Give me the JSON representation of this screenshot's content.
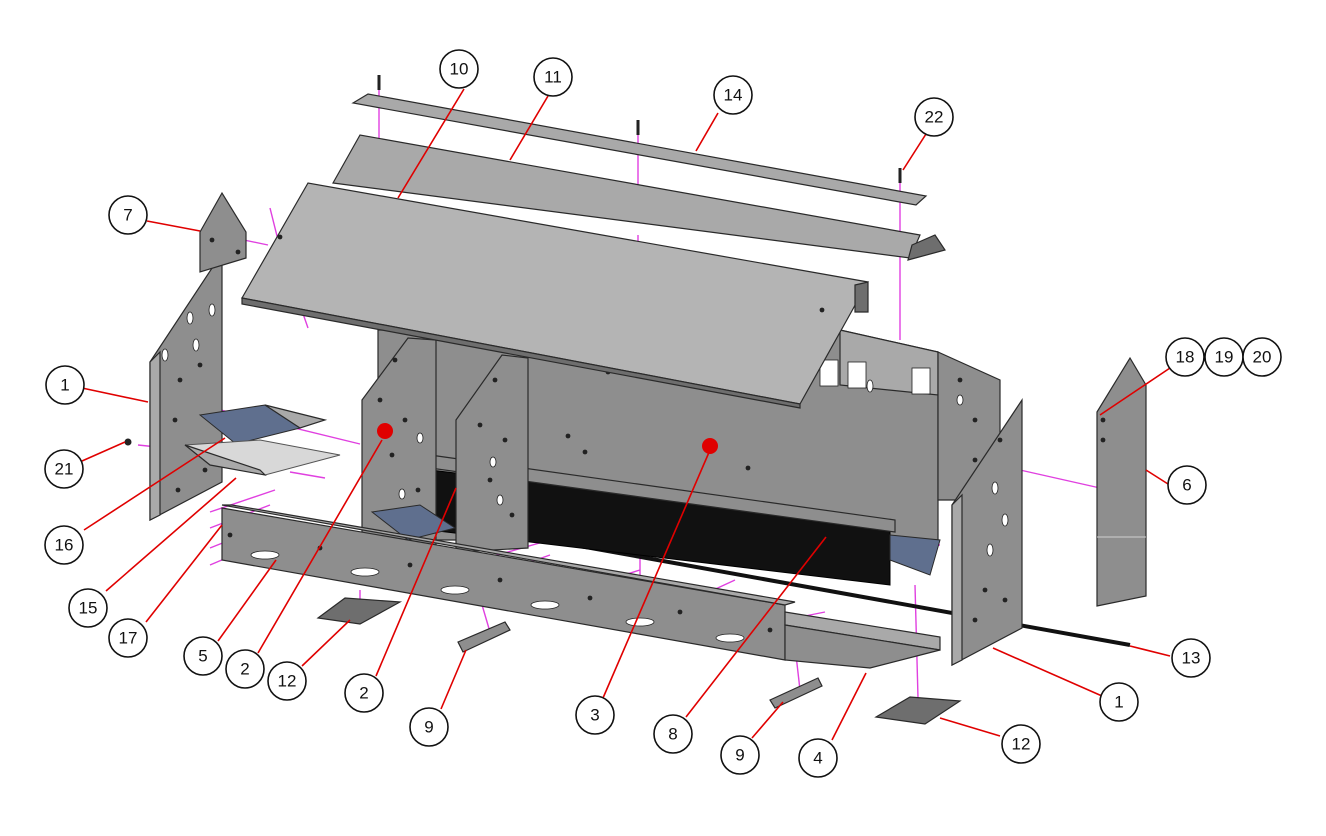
{
  "callouts": [
    {
      "id": "c1a",
      "label": "1"
    },
    {
      "id": "c1b",
      "label": "1"
    },
    {
      "id": "c2a",
      "label": "2"
    },
    {
      "id": "c2b",
      "label": "2"
    },
    {
      "id": "c3",
      "label": "3"
    },
    {
      "id": "c4",
      "label": "4"
    },
    {
      "id": "c5",
      "label": "5"
    },
    {
      "id": "c6",
      "label": "6"
    },
    {
      "id": "c7",
      "label": "7"
    },
    {
      "id": "c8",
      "label": "8"
    },
    {
      "id": "c9a",
      "label": "9"
    },
    {
      "id": "c9b",
      "label": "9"
    },
    {
      "id": "c10",
      "label": "10"
    },
    {
      "id": "c11",
      "label": "11"
    },
    {
      "id": "c12a",
      "label": "12"
    },
    {
      "id": "c12b",
      "label": "12"
    },
    {
      "id": "c13",
      "label": "13"
    },
    {
      "id": "c14",
      "label": "14"
    },
    {
      "id": "c15",
      "label": "15"
    },
    {
      "id": "c16",
      "label": "16"
    },
    {
      "id": "c17",
      "label": "17"
    },
    {
      "id": "c18",
      "label": "18"
    },
    {
      "id": "c19",
      "label": "19"
    },
    {
      "id": "c20",
      "label": "20"
    },
    {
      "id": "c21",
      "label": "21"
    },
    {
      "id": "c22",
      "label": "22"
    }
  ],
  "colors": {
    "leader": "#e00000",
    "assembly_guide": "#e040e0",
    "sheet_metal": "#8e8e8e",
    "roof": "#b4b4b4",
    "tray": "#5f6f8e"
  }
}
